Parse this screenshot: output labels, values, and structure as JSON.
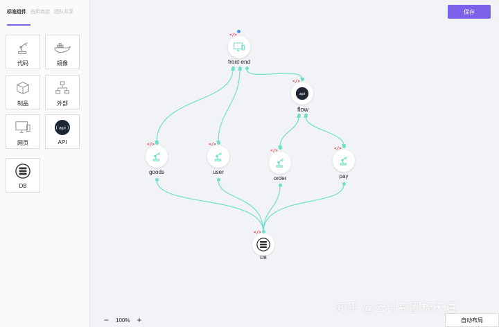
{
  "sidebar": {
    "tabs": [
      {
        "label": "标准组件",
        "active": true
      },
      {
        "label": "应用商店",
        "active": false
      },
      {
        "label": "团队共享",
        "active": false
      }
    ],
    "components": [
      {
        "label": "代码",
        "icon": "robot-arm-icon"
      },
      {
        "label": "镜像",
        "icon": "docker-icon"
      },
      {
        "label": "制品",
        "icon": "box-icon"
      },
      {
        "label": "外部",
        "icon": "network-icon"
      },
      {
        "label": "网页",
        "icon": "monitor-icon"
      },
      {
        "label": "API",
        "icon": "api-icon"
      },
      {
        "label": "DB",
        "icon": "database-icon"
      }
    ]
  },
  "toolbar": {
    "save_label": "保存",
    "auto_layout_label": "自动布局"
  },
  "zoom": {
    "level": "100%",
    "minus": "−",
    "plus": "+"
  },
  "nodes": {
    "frontend": {
      "label": "front-end"
    },
    "flow": {
      "label": "flow"
    },
    "goods": {
      "label": "goods"
    },
    "user": {
      "label": "user"
    },
    "order": {
      "label": "order"
    },
    "pay": {
      "label": "pay"
    },
    "db": {
      "label": "DB"
    }
  },
  "code_tag": "</>",
  "api_text": "api",
  "watermark": "知乎 @云计算圈杨天真",
  "colors": {
    "accent": "#7b61e8",
    "edge": "#6ee0c8",
    "code": "#d9363e"
  }
}
